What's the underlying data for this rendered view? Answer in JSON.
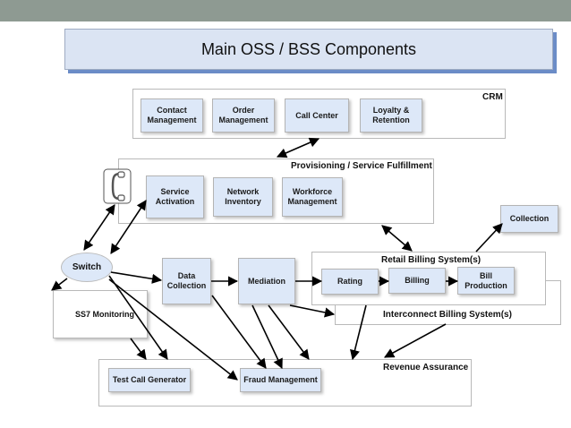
{
  "colors": {
    "topbar": "#8e9a92",
    "title_bg": "#dbe4f3",
    "component_bg": "#dde8f8"
  },
  "title": "Main OSS / BSS Components",
  "crm": {
    "label": "CRM",
    "items": [
      "Contact\nManagement",
      "Order\nManagement",
      "Call Center",
      "Loyalty &\nRetention"
    ]
  },
  "provisioning": {
    "label": "Provisioning / Service Fulfillment",
    "items": [
      "Service\nActivation",
      "Network\nInventory",
      "Workforce\nManagement"
    ]
  },
  "collection": "Collection",
  "switch": "Switch",
  "ss7": "SS7 Monitoring",
  "data_collection": "Data\nCollection",
  "mediation": "Mediation",
  "retail": {
    "label": "Retail Billing System(s)",
    "items": [
      "Rating",
      "Billing",
      "Bill\nProduction"
    ]
  },
  "interconnect": "Interconnect Billing System(s)",
  "revenue": {
    "label": "Revenue Assurance",
    "items": [
      "Test Call Generator",
      "Fraud Management"
    ]
  },
  "icons": {
    "phone": "telephone-icon"
  }
}
